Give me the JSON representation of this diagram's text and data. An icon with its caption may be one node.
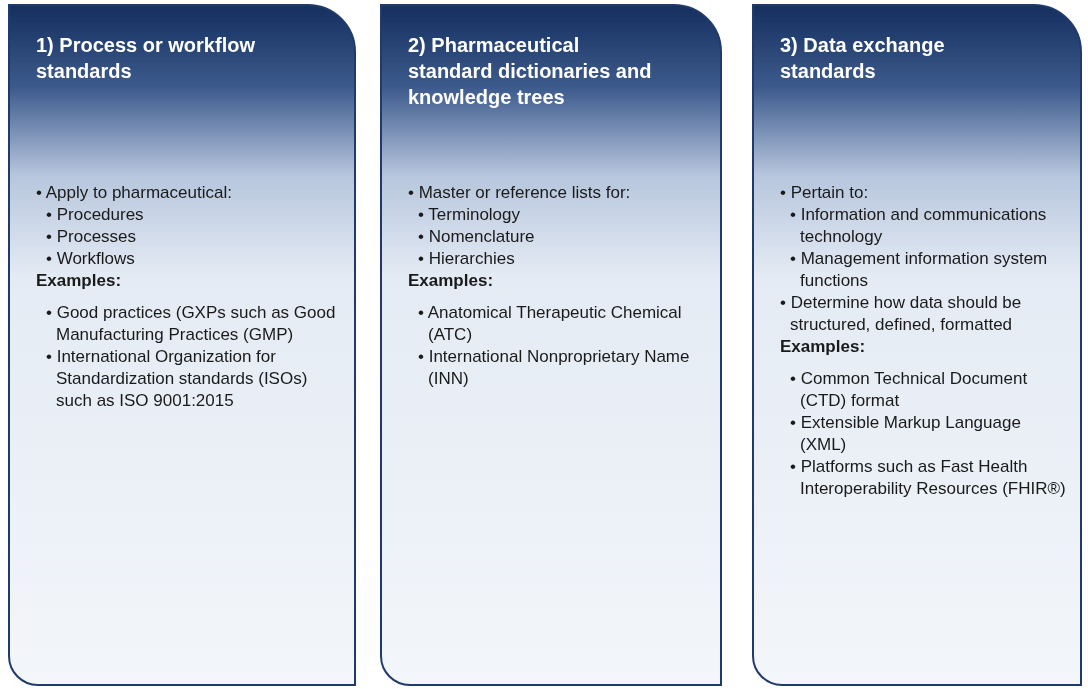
{
  "diagram": {
    "nodes": [
      {
        "text": [
          "1) Process or workflow standards",
          "• Apply to pharmaceutical:",
          "• Procedures",
          "• Processes",
          "• Workflows",
          "Examples:",
          "• Good practices (GXPs such as Good Manufacturing Practices (GMP)",
          "• International Organization for Standardization standards (ISOs) such as ISO 9001:2015"
        ]
      },
      {
        "text": [
          "2) Pharmaceutical standard dictionaries and knowledge trees",
          "• Master or reference lists for:",
          "• Terminology",
          "• Nomenclature",
          "• Hierarchies",
          "Examples:",
          "• Anatomical Therapeutic Chemical (ATC)",
          "• International Nonproprietary Name (INN)"
        ]
      },
      {
        "text": [
          "3) Data exchange standards",
          "• Pertain to:",
          "• Information and communications technology",
          "• Management information system functions",
          "• Determine how data should be structured, defined, formatted",
          "Examples:",
          "• Common Technical Document (CTD) format",
          "• Extensible Markup Language (XML)",
          "• Platforms such as Fast Health Interoperability Resources (FHIR®)"
        ]
      }
    ]
  }
}
